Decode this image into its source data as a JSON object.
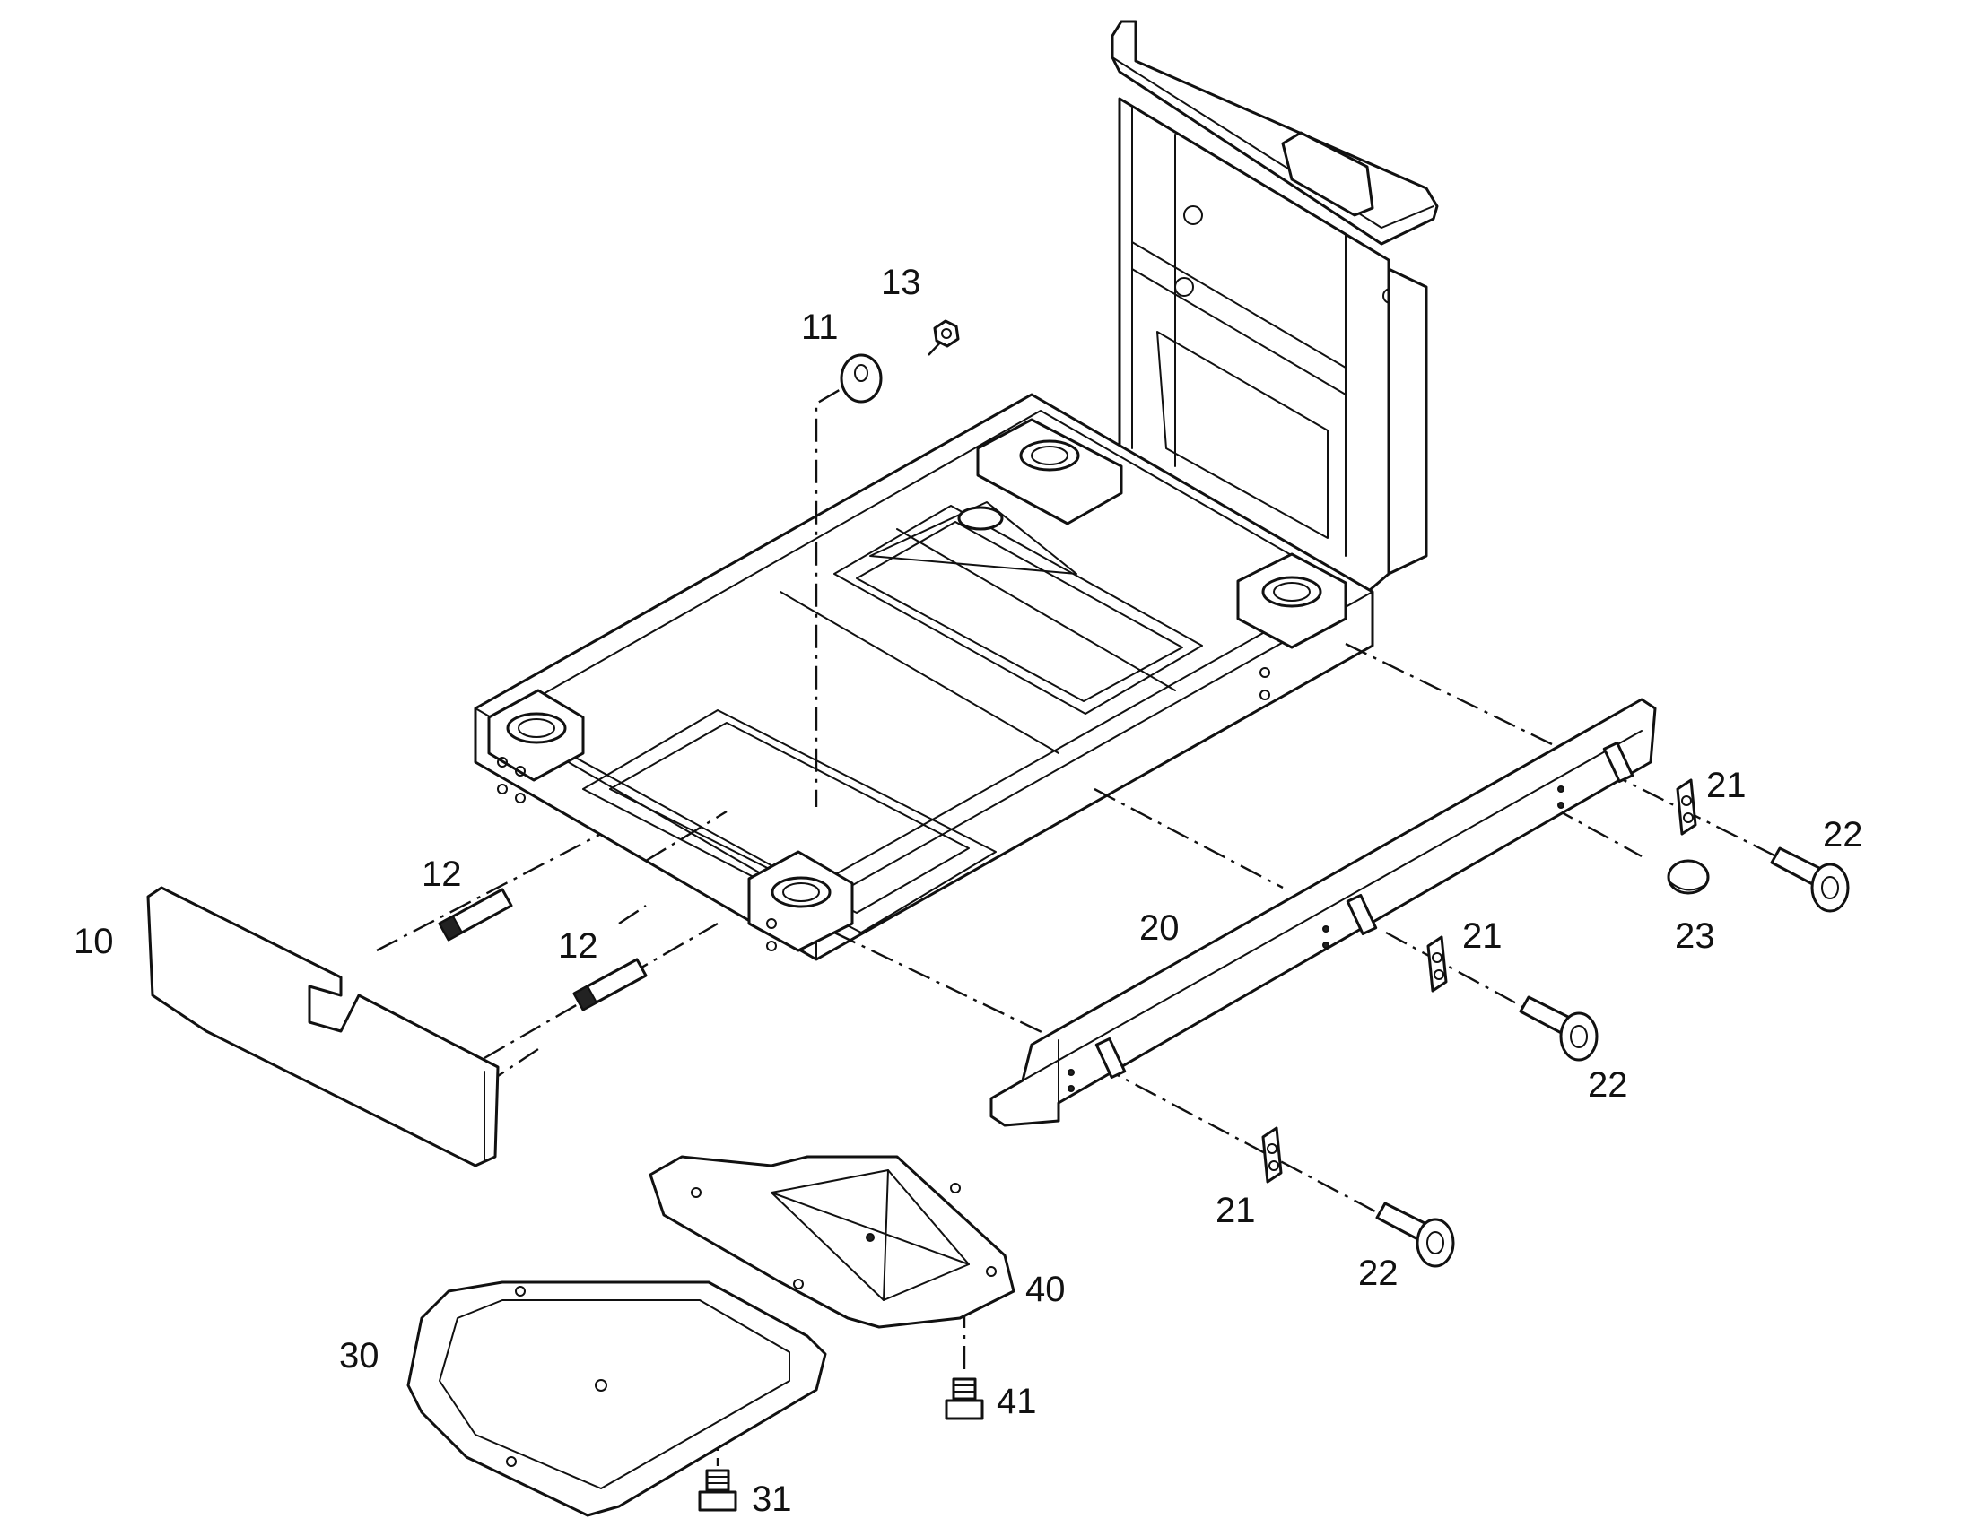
{
  "callouts": {
    "c10": "10",
    "c11": "11",
    "c12a": "12",
    "c12b": "12",
    "c13": "13",
    "c20": "20",
    "c21a": "21",
    "c21b": "21",
    "c21c": "21",
    "c22a": "22",
    "c22b": "22",
    "c22c": "22",
    "c23": "23",
    "c30": "30",
    "c31": "31",
    "c40": "40",
    "c41": "41"
  }
}
